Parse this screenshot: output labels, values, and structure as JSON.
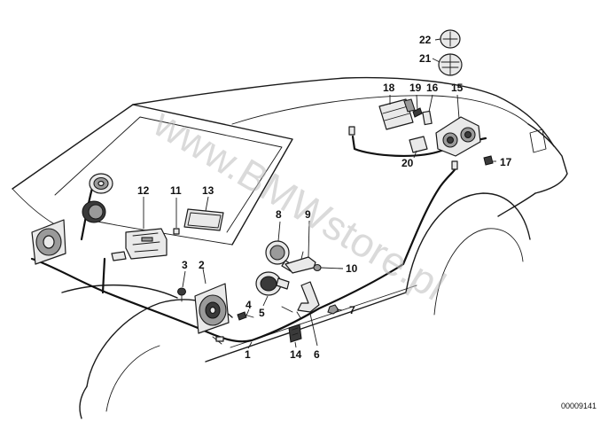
{
  "diagram": {
    "part_numbers": {
      "p1": "1",
      "p2": "2",
      "p3": "3",
      "p4": "4",
      "p5": "5",
      "p6": "6",
      "p7": "7",
      "p8": "8",
      "p9": "9",
      "p10": "10",
      "p11": "11",
      "p12": "12",
      "p13": "13",
      "p14": "14",
      "p15": "15",
      "p16": "16",
      "p17": "17",
      "p18": "18",
      "p19": "19",
      "p20": "20",
      "p21": "21",
      "p22": "22"
    },
    "watermark": "www.BMWstore.pl",
    "reference_code": "00009141"
  }
}
